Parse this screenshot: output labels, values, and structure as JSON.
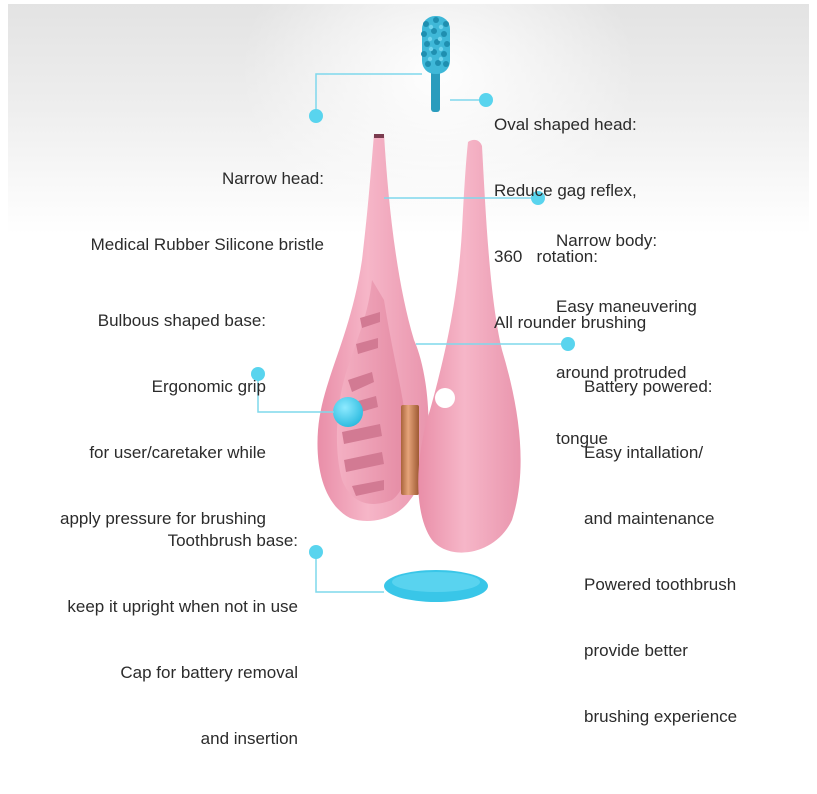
{
  "colors": {
    "callout": "#59d4ee",
    "leader": "#7fd8ec",
    "body_pink": "#f1a9bd",
    "brush_blue": "#3fb8d8",
    "battery": "#c98a5e",
    "text": "#2b2b2b"
  },
  "callouts": {
    "oval_head": {
      "lines": [
        "Oval shaped head:",
        "Reduce gag reflex,",
        "360   rotation:",
        "All rounder brushing"
      ]
    },
    "narrow_head": {
      "lines": [
        "Narrow head:",
        "Medical Rubber Silicone bristle"
      ]
    },
    "narrow_body": {
      "lines": [
        "Narrow body:",
        "Easy maneuvering",
        "around protruded",
        "tongue"
      ]
    },
    "bulbous_base": {
      "lines": [
        "Bulbous shaped base:",
        "Ergonomic grip",
        "for user/caretaker while",
        "apply pressure for brushing"
      ]
    },
    "battery": {
      "lines": [
        "Battery powered:",
        "Easy intallation/",
        "and maintenance",
        "Powered toothbrush",
        "provide better",
        "brushing experience"
      ]
    },
    "base": {
      "lines": [
        "Toothbrush base:",
        "keep it upright when not in use",
        "Cap for battery removal",
        "and insertion"
      ]
    }
  }
}
